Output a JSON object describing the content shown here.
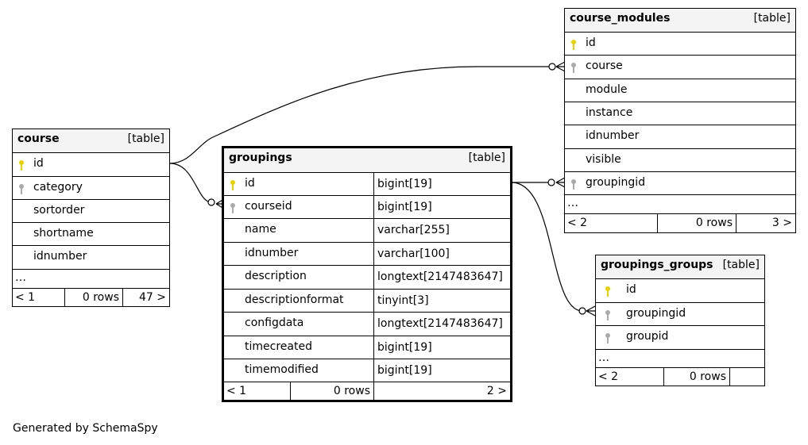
{
  "tables": {
    "course": {
      "name": "course",
      "kind": "[table]",
      "columns": [
        {
          "name": "id",
          "key": "primary"
        },
        {
          "name": "category",
          "key": "foreign"
        },
        {
          "name": "sortorder",
          "key": "none"
        },
        {
          "name": "shortname",
          "key": "none"
        },
        {
          "name": "idnumber",
          "key": "none"
        }
      ],
      "more": "…",
      "footer": {
        "parents": "< 1",
        "rows": "0 rows",
        "children": "47 >"
      }
    },
    "groupings": {
      "name": "groupings",
      "kind": "[table]",
      "columns": [
        {
          "name": "id",
          "type": "bigint[19]",
          "key": "primary"
        },
        {
          "name": "courseid",
          "type": "bigint[19]",
          "key": "foreign"
        },
        {
          "name": "name",
          "type": "varchar[255]",
          "key": "none"
        },
        {
          "name": "idnumber",
          "type": "varchar[100]",
          "key": "none"
        },
        {
          "name": "description",
          "type": "longtext[2147483647]",
          "key": "none"
        },
        {
          "name": "descriptionformat",
          "type": "tinyint[3]",
          "key": "none"
        },
        {
          "name": "configdata",
          "type": "longtext[2147483647]",
          "key": "none"
        },
        {
          "name": "timecreated",
          "type": "bigint[19]",
          "key": "none"
        },
        {
          "name": "timemodified",
          "type": "bigint[19]",
          "key": "none"
        }
      ],
      "footer": {
        "parents": "< 1",
        "rows": "0 rows",
        "children": "2 >"
      }
    },
    "course_modules": {
      "name": "course_modules",
      "kind": "[table]",
      "columns": [
        {
          "name": "id",
          "key": "primary"
        },
        {
          "name": "course",
          "key": "foreign"
        },
        {
          "name": "module",
          "key": "none"
        },
        {
          "name": "instance",
          "key": "none"
        },
        {
          "name": "idnumber",
          "key": "none"
        },
        {
          "name": "visible",
          "key": "none"
        },
        {
          "name": "groupingid",
          "key": "foreign"
        }
      ],
      "more": "…",
      "footer": {
        "parents": "< 2",
        "rows": "0 rows",
        "children": "3 >"
      }
    },
    "groupings_groups": {
      "name": "groupings_groups",
      "kind": "[table]",
      "columns": [
        {
          "name": "id",
          "key": "primary"
        },
        {
          "name": "groupingid",
          "key": "foreign"
        },
        {
          "name": "groupid",
          "key": "foreign"
        }
      ],
      "more": "…",
      "footer": {
        "parents": "< 2",
        "rows": "0 rows",
        "children": ""
      }
    }
  },
  "colors": {
    "primary_key": "#e6d200",
    "foreign_key": "#aaaaaa",
    "header_bg": "#f4f4f4"
  },
  "footer_note": "Generated by SchemaSpy"
}
